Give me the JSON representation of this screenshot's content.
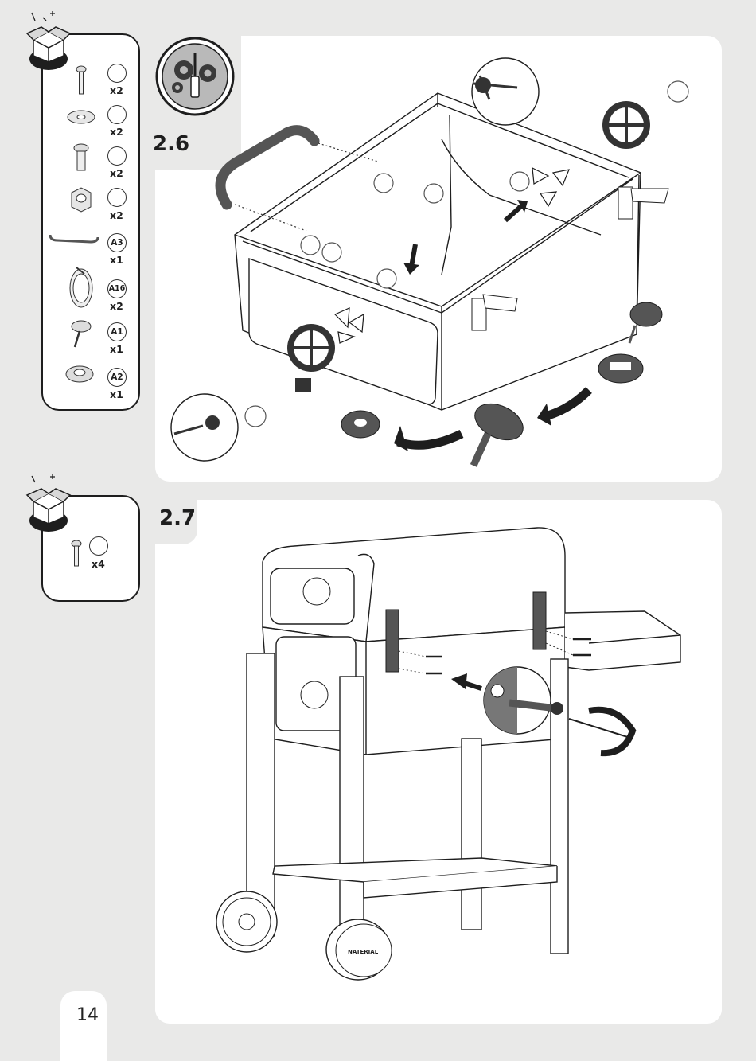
{
  "page": {
    "number": "14"
  },
  "steps": [
    {
      "label": "2.6",
      "parts": [
        {
          "part": "bolt",
          "code": "",
          "qty": "x2"
        },
        {
          "part": "washer",
          "code": "",
          "qty": "x2"
        },
        {
          "part": "screw",
          "code": "",
          "qty": "x2"
        },
        {
          "part": "nut",
          "code": "",
          "qty": "x2"
        },
        {
          "part": "handle-bar",
          "code": "A3",
          "qty": "x1"
        },
        {
          "part": "vent-wheel",
          "code": "A16",
          "qty": "x2"
        },
        {
          "part": "thermometer",
          "code": "A1",
          "qty": "x1"
        },
        {
          "part": "bezel",
          "code": "A2",
          "qty": "x1"
        }
      ]
    },
    {
      "label": "2.7",
      "parts": [
        {
          "part": "bolt",
          "code": "",
          "qty": "x4"
        }
      ]
    }
  ],
  "brand": {
    "wheel_logo": "NATERIAL"
  },
  "icons": [
    "open-box-icon",
    "tools-gears-icon",
    "screwdriver-rotation-icon",
    "insertion-arrow-icon"
  ],
  "colors": {
    "panel": "#ffffff",
    "background": "#e9e9e8",
    "ink": "#1e1e1e",
    "accent_gray": "#4a4a4a"
  }
}
